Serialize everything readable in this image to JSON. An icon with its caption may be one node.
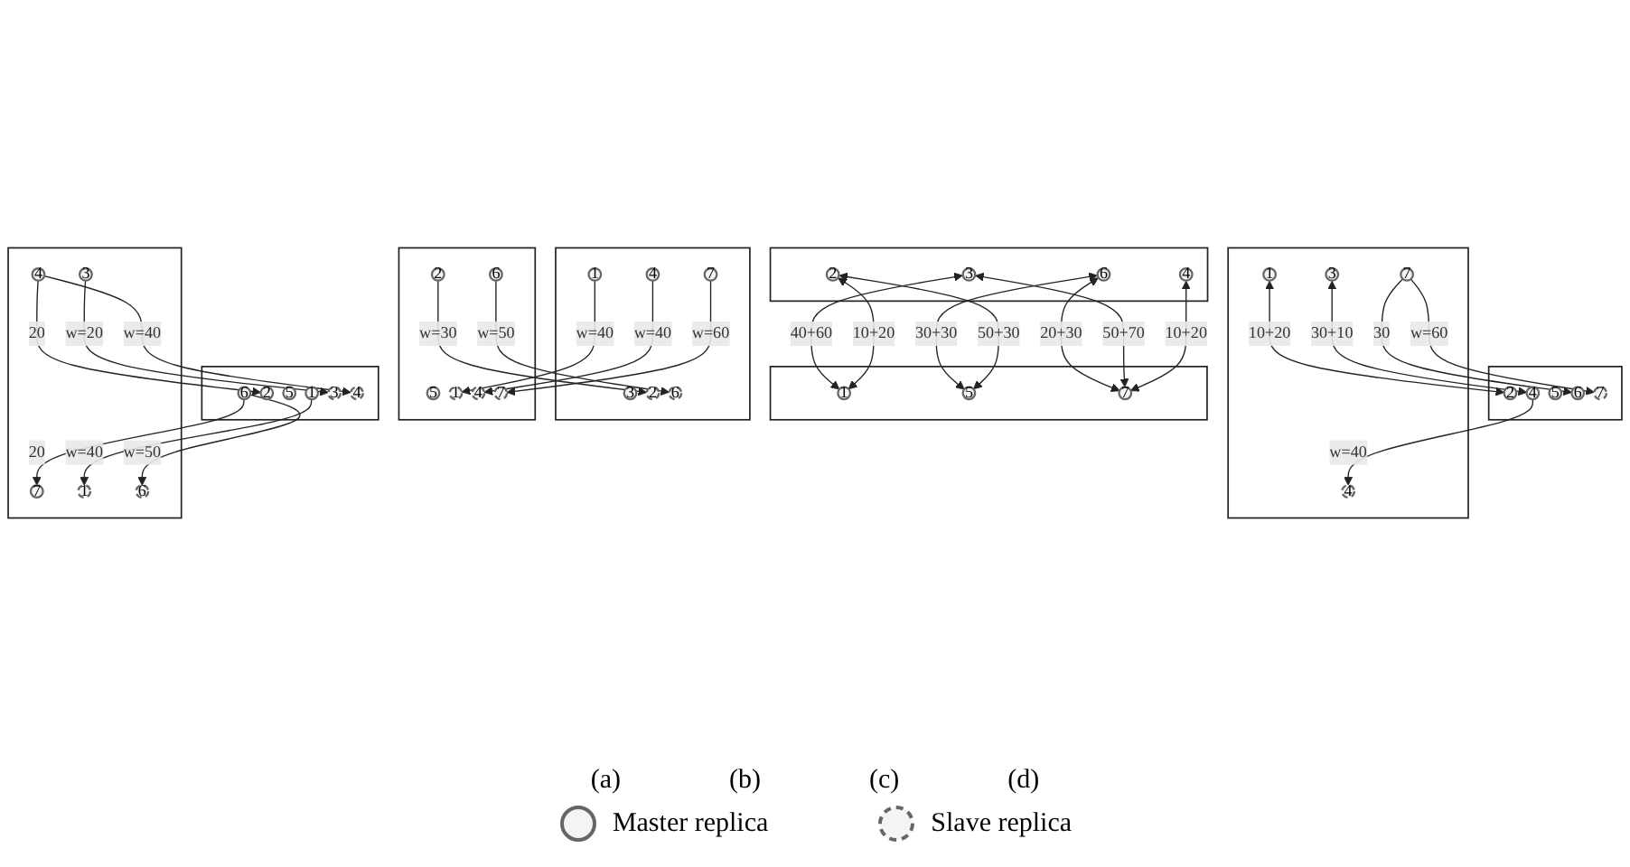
{
  "diagram": {
    "nodes": [
      {
        "text": [],
        "shape": "box"
      },
      {
        "text": [
          "2"
        ],
        "in": 0
      },
      {
        "text": [
          "3"
        ],
        "in": 0
      },
      {
        "text": [
          "4"
        ],
        "in": 0
      },
      {
        "text": [
          "6"
        ],
        "in": 0
      },
      {
        "text": [],
        "shape": "box"
      },
      {
        "text": [
          "1"
        ],
        "in": 5
      },
      {
        "text": [
          "5"
        ],
        "in": 5
      },
      {
        "text": [
          "7"
        ],
        "in": 5
      },
      {
        "text": [],
        "shape": "box"
      },
      {
        "text": [
          "1"
        ],
        "in": 9
      },
      {
        "text": [
          "3"
        ],
        "in": 9
      },
      {
        "text": [
          "4"
        ],
        "in": 9
      },
      {
        "text": [
          "7"
        ],
        "in": 9
      },
      {
        "text": [
          "2"
        ],
        "in": 9
      },
      {
        "text": [
          "6"
        ],
        "in": 9
      },
      {
        "text": [],
        "shape": "box"
      },
      {
        "text": [
          "2"
        ],
        "in": 16
      },
      {
        "text": [
          "5"
        ],
        "in": 16
      },
      {
        "text": [
          "6"
        ],
        "in": 16
      },
      {
        "text": [
          "1"
        ],
        "in": 16
      },
      {
        "text": [
          "4"
        ],
        "in": 16
      },
      {
        "text": [
          "7"
        ],
        "in": 16
      },
      {
        "text": [],
        "shape": "box"
      },
      {
        "text": [
          "1"
        ],
        "in": 23
      },
      {
        "text": [
          "3"
        ],
        "in": 23
      },
      {
        "text": [
          "7"
        ],
        "in": 23
      },
      {
        "text": [
          "4"
        ],
        "in": 23
      },
      {
        "text": [],
        "shape": "box"
      },
      {
        "text": [
          "2"
        ],
        "in": 28
      },
      {
        "text": [
          "4"
        ],
        "in": 28
      },
      {
        "text": [
          "5"
        ],
        "in": 28
      },
      {
        "text": [
          "6"
        ],
        "in": 28
      },
      {
        "text": [
          "7"
        ],
        "in": 28
      },
      {
        "text": [],
        "shape": "box"
      },
      {
        "text": [
          "3"
        ],
        "in": 34
      },
      {
        "text": [
          "4"
        ],
        "in": 34
      },
      {
        "text": [
          "7"
        ],
        "in": 34
      },
      {
        "text": [
          "1"
        ],
        "in": 34
      },
      {
        "text": [
          "6"
        ],
        "in": 34
      },
      {
        "text": [],
        "shape": "box"
      },
      {
        "text": [
          "1"
        ],
        "in": 40
      },
      {
        "text": [
          "2"
        ],
        "in": 40
      },
      {
        "text": [
          "5"
        ],
        "in": 40
      },
      {
        "text": [
          "6"
        ],
        "in": 40
      },
      {
        "text": [
          "3"
        ],
        "in": 40
      },
      {
        "text": [
          "4"
        ],
        "in": 40
      }
    ],
    "edges": [
      {
        "from": 1,
        "to": 7,
        "arrow": "both",
        "label": "50+30"
      },
      {
        "from": 1,
        "to": 6,
        "arrow": "both",
        "label": "10+20"
      },
      {
        "from": 3,
        "to": 8,
        "arrow": "both",
        "label": "10+20"
      },
      {
        "from": 2,
        "to": 6,
        "arrow": "both",
        "label": "40+60"
      },
      {
        "from": 2,
        "to": 8,
        "arrow": "both",
        "label": "50+70"
      },
      {
        "from": 4,
        "to": 8,
        "arrow": "both",
        "label": "20+30"
      },
      {
        "from": 4,
        "to": 7,
        "arrow": "both",
        "label": "30+30"
      },
      {
        "from": 10,
        "to": 20,
        "arrow": "to",
        "label": "w=40"
      },
      {
        "from": 19,
        "to": 15,
        "arrow": "to",
        "label": "w=50"
      },
      {
        "from": 12,
        "to": 21,
        "arrow": "to",
        "label": "w=40"
      },
      {
        "from": 17,
        "to": 14,
        "arrow": "to",
        "label": "w=30"
      },
      {
        "from": 13,
        "to": 22,
        "arrow": "to",
        "label": "w=60"
      },
      {
        "from": 25,
        "to": 30,
        "arrow": "both",
        "label": "30+10"
      },
      {
        "from": 24,
        "to": 29,
        "arrow": "both",
        "label": "10+20"
      },
      {
        "from": 26,
        "to": 32,
        "arrow": "to",
        "label": "30"
      },
      {
        "from": 26,
        "to": 33,
        "arrow": "to",
        "label": "w=60"
      },
      {
        "from": 30,
        "to": 27,
        "arrow": "to",
        "label": "w=40"
      },
      {
        "from": 36,
        "to": 42,
        "arrow": "to",
        "label": "20"
      },
      {
        "from": 44,
        "to": 37,
        "arrow": "to",
        "label": "20"
      },
      {
        "from": 44,
        "to": 39,
        "arrow": "to",
        "label": "w=50"
      },
      {
        "from": 35,
        "to": 45,
        "arrow": "to",
        "label": "w=20"
      },
      {
        "from": 41,
        "to": 38,
        "arrow": "to",
        "label": "w=40"
      },
      {
        "from": 36,
        "to": 46,
        "arrow": "to",
        "label": "w=40"
      }
    ],
    "labels": [
      "(a)",
      "(b)",
      "(c)",
      "(d)"
    ],
    "legend": [
      {
        "text": "Master replica"
      },
      {
        "text": "Slave replica"
      }
    ]
  }
}
